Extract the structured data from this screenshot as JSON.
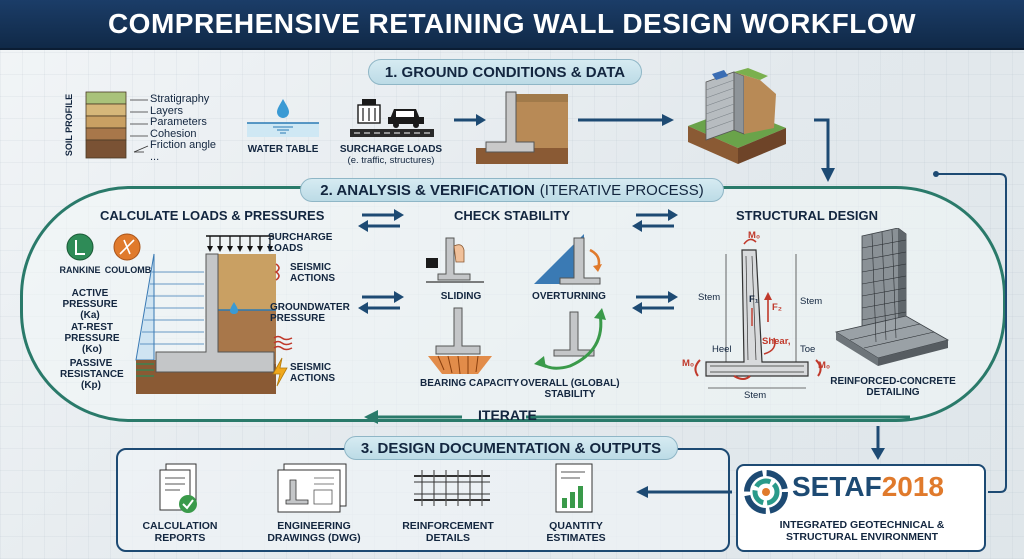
{
  "title": "COMPREHENSIVE RETAINING WALL DESIGN WORKFLOW",
  "section1": {
    "header": "1. GROUND CONDITIONS & DATA",
    "soil_profile_label": "SOIL PROFILE",
    "soil_items": [
      "Stratigraphy",
      "Layers",
      "Parameters",
      "Cohesion",
      "Friction angle",
      "..."
    ],
    "water_table": "WATER TABLE",
    "surcharge_title": "SURCHARGE LOADS",
    "surcharge_sub": "(e. traffic, structures)"
  },
  "section2": {
    "header_bold": "2. ANALYSIS & VERIFICATION",
    "header_normal": "(ITERATIVE PROCESS)",
    "loads": {
      "title": "CALCULATE LOADS & PRESSURES",
      "rankine": "RANKINE",
      "coulomb": "COULOMB",
      "active": "ACTIVE PRESSURE (Ka)",
      "atrest": "AT-REST PRESSURE (Ko)",
      "passive": "PASSIVE RESISTANCE (Kp)",
      "surcharge": "SURCHARGE LOADS",
      "seismic1": "SEISMIC ACTIONS",
      "groundwater": "GROUNDWATER PRESSURE",
      "seismic2": "SEISMIC ACTIONS"
    },
    "stability": {
      "title": "CHECK STABILITY",
      "sliding": "SLIDING",
      "overturning": "OVERTURNING",
      "bearing": "BEARING CAPACITY",
      "global": "OVERALL (GLOBAL) STABILITY"
    },
    "structural": {
      "title": "STRUCTURAL DESIGN",
      "stem_left": "Stem",
      "stem_right": "Stem",
      "heel": "Heel",
      "toe": "Toe",
      "shear": "Shear,",
      "stem_bottom": "Stem",
      "m0_top": "M₀",
      "m0_left": "M₀",
      "m0_right": "M₀",
      "f1": "F₁",
      "f2": "F₂",
      "rc_detailing": "REINFORCED-CONCRETE DETAILING"
    },
    "iterate": "ITERATE"
  },
  "section3": {
    "header": "3. DESIGN DOCUMENTATION & OUTPUTS",
    "outputs": [
      {
        "label": "CALCULATION REPORTS",
        "icon": "report-icon"
      },
      {
        "label": "ENGINEERING DRAWINGS (DWG)",
        "icon": "drawing-icon"
      },
      {
        "label": "REINFORCEMENT DETAILS",
        "icon": "rebar-icon"
      },
      {
        "label": "QUANTITY ESTIMATES",
        "icon": "chart-doc-icon"
      }
    ]
  },
  "setaf": {
    "name_a": "SETAF",
    "name_b": "2018",
    "tag1": "INTEGRATED GEOTECHNICAL &",
    "tag2": "STRUCTURAL ENVIRONMENT"
  },
  "colors": {
    "navy": "#13263f",
    "teal": "#2a7a6a",
    "arrow": "#1d4a73",
    "orange": "#e07a2c",
    "green": "#3a9a4a"
  }
}
